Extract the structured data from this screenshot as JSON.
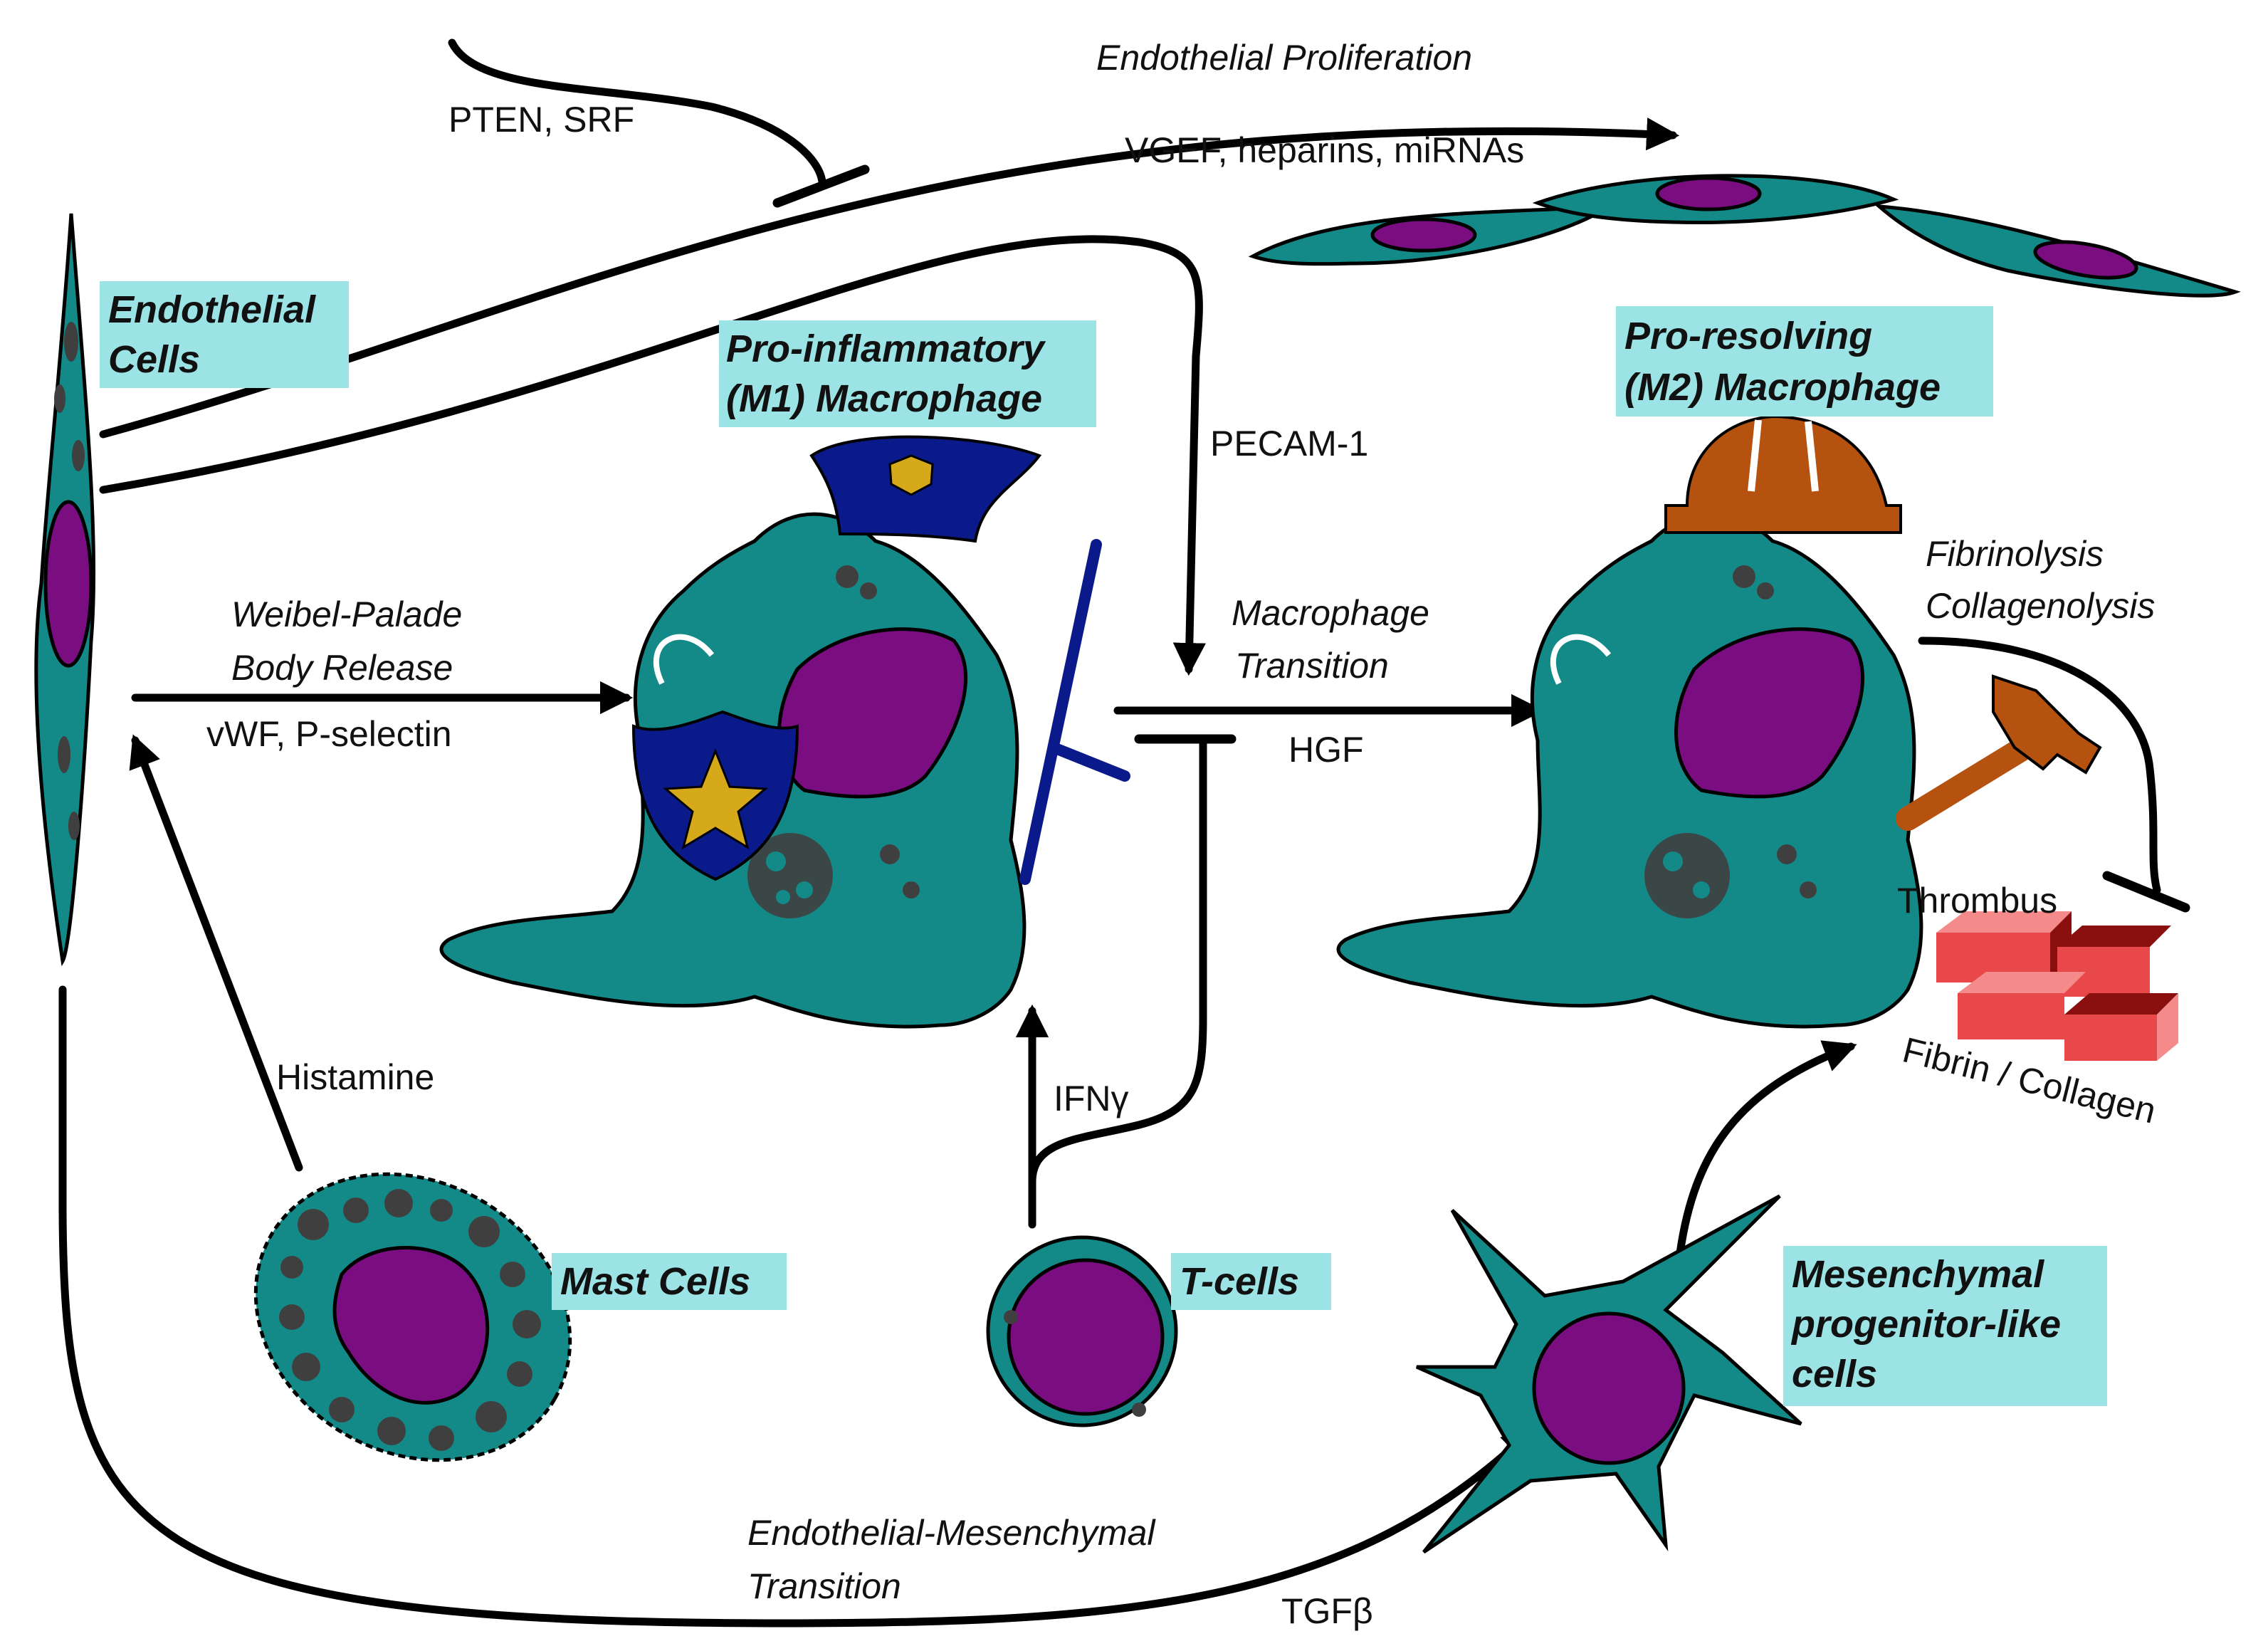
{
  "colors": {
    "cell_cytoplasm": "#138a87",
    "nucleus": "#7a0d80",
    "granules": "#3f3f3f",
    "title_highlight": "#9be3e4",
    "police_blue": "#0b1a8a",
    "badge_gold": "#d6a91a",
    "helmet_orange": "#b5520f",
    "fibrin_brick": "#e8484a"
  },
  "cells": {
    "endothelial": [
      "Endothelial",
      "Cells"
    ],
    "m1": [
      "Pro-inflammatory",
      "(M1) Macrophage"
    ],
    "m2": [
      "Pro-resolving",
      "(M2) Macrophage"
    ],
    "mast": [
      "Mast Cells"
    ],
    "tcells": [
      "T-cells"
    ],
    "mesenchymal": [
      "Mesenchymal",
      "progenitor-like",
      "cells"
    ]
  },
  "labels": {
    "pten_srf": "PTEN, SRF",
    "endothelial_proliferation": "Endothelial Proliferation",
    "vgef": "VGEF, heparins, miRNAs",
    "pecam": "PECAM-1",
    "weibel_1": "Weibel-Palade",
    "weibel_2": "Body Release",
    "vwf": "vWF, P-selectin",
    "macrophage_transition_1": "Macrophage",
    "macrophage_transition_2": "Transition",
    "hgf": "HGF",
    "fibrinolysis": "Fibrinolysis",
    "collagenolysis": "Collagenolysis",
    "thrombus": "Thrombus",
    "fibrin_collagen": "Fibrin / Collagen",
    "histamine": "Histamine",
    "ifn": "IFNγ",
    "endo_mes_1": "Endothelial-Mesenchymal",
    "endo_mes_2": "Transition",
    "tgf": "TGFβ"
  },
  "icons": {
    "m1_hat": "police-hat-icon",
    "m1_badge": "police-badge-icon",
    "m1_baton": "baton-icon",
    "m2_hat": "hard-hat-icon",
    "m2_hammer": "hammer-icon",
    "thrombus": "brick-stack-icon"
  }
}
